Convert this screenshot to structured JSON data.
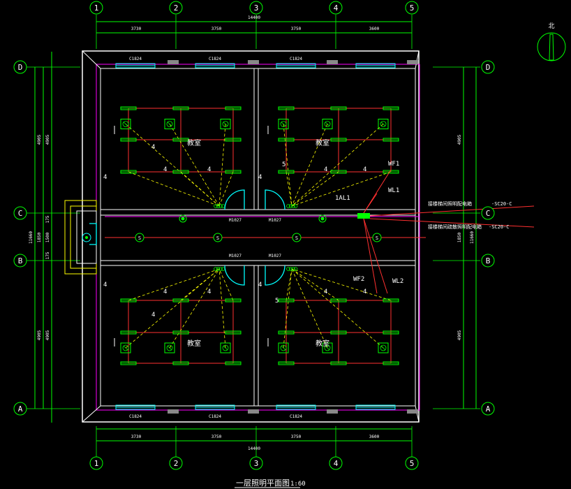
{
  "colors": {
    "background": "#000000",
    "axis": "#00ff00",
    "wall": "#ffffff",
    "wall_inner": "#ff00ff",
    "circuit": "#ff3030",
    "wiring_dashed": "#ffff00",
    "fixture": "#00ff00",
    "door": "#00ffff",
    "text": "#ffffff",
    "window": "#00ffff",
    "panel": "#00ff00"
  },
  "axes": {
    "vertical": [
      {
        "id": "ax-1",
        "label": "1"
      },
      {
        "id": "ax-2",
        "label": "2"
      },
      {
        "id": "ax-3",
        "label": "3"
      },
      {
        "id": "ax-4",
        "label": "4"
      },
      {
        "id": "ax-5",
        "label": "5"
      }
    ],
    "horizontal": [
      {
        "id": "ax-D",
        "label": "D"
      },
      {
        "id": "ax-C",
        "label": "C"
      },
      {
        "id": "ax-B",
        "label": "B"
      },
      {
        "id": "ax-A",
        "label": "A"
      }
    ]
  },
  "dimensions": {
    "top_spans": [
      "3730",
      "3750",
      "3750",
      "3600"
    ],
    "top_total": "14400",
    "bottom_spans": [
      "3730",
      "3750",
      "3750",
      "3600"
    ],
    "bottom_total": "14400",
    "left_outer": [
      "4905",
      "1850",
      "4905"
    ],
    "left_inner": [
      "4905",
      "175",
      "1500",
      "175",
      "4905"
    ],
    "left_total": "11660",
    "right_outer": [
      "4905",
      "1850",
      "4905"
    ],
    "right_total": "11660"
  },
  "windows": {
    "top": [
      "C1824",
      "C1824",
      "C1824"
    ],
    "bottom": [
      "C1824",
      "C1824",
      "C1824"
    ]
  },
  "doors": {
    "north": [
      "M1027",
      "M1027"
    ],
    "south": [
      "M1027",
      "M1027"
    ]
  },
  "rooms": [
    {
      "id": "room-nw",
      "label": "教室"
    },
    {
      "id": "room-ne",
      "label": "教室"
    },
    {
      "id": "room-sw",
      "label": "教室"
    },
    {
      "id": "room-se",
      "label": "教室"
    }
  ],
  "wire_counts": {
    "four": "4",
    "five": "5"
  },
  "panel": {
    "label": "1AL1"
  },
  "circuits": {
    "wl1": "WL1",
    "wf1": "WF1",
    "wl2": "WL2",
    "wf2": "WF2"
  },
  "feeds": {
    "upper_note": "接楼梯间照明配电箱",
    "upper_conduit": "-SC20-C",
    "lower_note": "接楼梯间疏散照明配电箱",
    "lower_conduit": "-SC20-C"
  },
  "corridor_switch_label": "S",
  "north_arrow": {
    "label": "北"
  },
  "drawing_title": "一层照明平面图",
  "drawing_scale": "1:60"
}
